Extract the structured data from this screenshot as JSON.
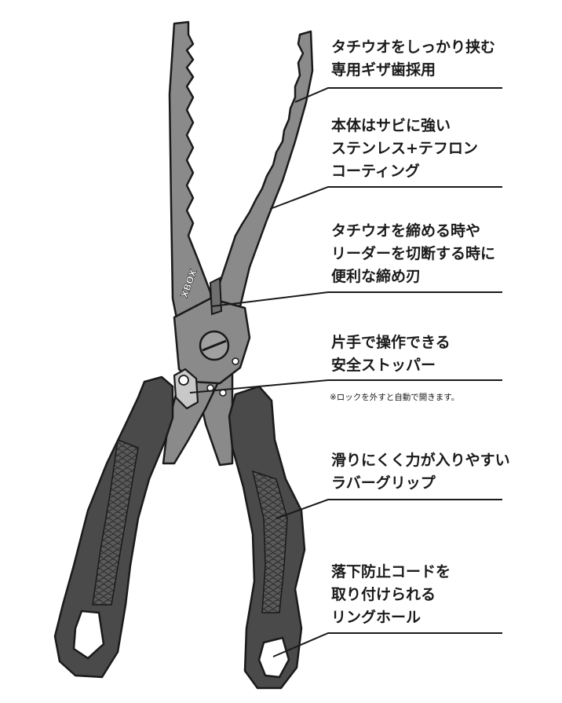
{
  "brand_logo_text": "XBOX",
  "callouts": [
    {
      "id": "serrated-teeth",
      "lines": [
        "タチウオをしっかり挟む",
        "専用ギザ歯採用"
      ]
    },
    {
      "id": "coating",
      "lines": [
        "本体はサビに強い",
        "ステンレス+テフロン",
        "コーティング"
      ]
    },
    {
      "id": "cutter",
      "lines": [
        "タチウオを締める時や",
        "リーダーを切断する時に",
        "便利な締め刃"
      ]
    },
    {
      "id": "stopper",
      "lines": [
        "片手で操作できる",
        "安全ストッパー"
      ],
      "note": "※ロックを外すと自動で開きます。"
    },
    {
      "id": "grip",
      "lines": [
        "滑りにくく力が入りやすい",
        "ラバーグリップ"
      ]
    },
    {
      "id": "ring-hole",
      "lines": [
        "落下防止コードを",
        "取り付けられる",
        "リングホール"
      ]
    }
  ],
  "colors": {
    "steel": "#8a8a8a",
    "steel_dark": "#6f6f6f",
    "rubber": "#4a4a4a",
    "rubber_light": "#6a6a6a",
    "outline": "#1a1a1a",
    "text": "#1a1a1a"
  }
}
